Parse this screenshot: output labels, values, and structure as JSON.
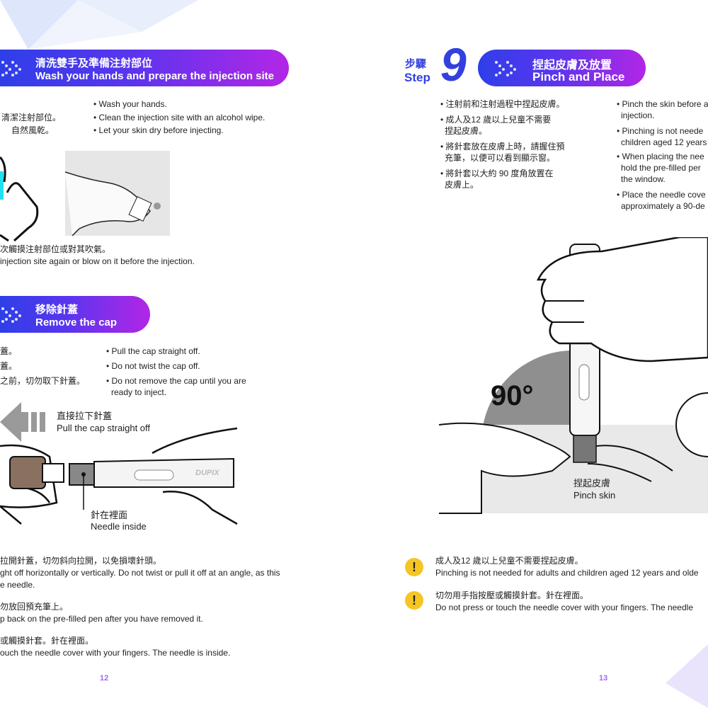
{
  "left_page": {
    "section1": {
      "title_cn": "清洗雙手及準備注射部位",
      "title_en": "Wash your hands and prepare the injection site",
      "bullets_cn": [
        "清潔注射部位。",
        "自然風乾。"
      ],
      "bullets_en": [
        "• Wash your hands.",
        "• Clean the injection site with an alcohol wipe.",
        "• Let your skin dry before injecting."
      ],
      "caption_cn": "次觸摸注射部位或對其吹氣。",
      "caption_en": "injection site again or blow on it before the injection."
    },
    "section2": {
      "title_cn": "移除針蓋",
      "title_en": "Remove the cap",
      "bullets_cn": [
        "蓋。",
        "蓋。",
        "之前，切勿取下針蓋。"
      ],
      "bullets_en": [
        "• Pull the cap straight off.",
        "• Do not twist the cap off.",
        "• Do not remove the cap until you are",
        "ready to inject."
      ],
      "arrow_label_cn": "直接拉下針蓋",
      "arrow_label_en": "Pull the cap straight off",
      "pen_brand": "DUPIX",
      "needle_label_cn": "針在裡面",
      "needle_label_en": "Needle inside",
      "notes": [
        {
          "cn": "拉開針蓋，切勿斜向拉開，以免損壞針頭。",
          "en": "ght off horizontally or vertically. Do not twist or pull it off at an angle, as this",
          "en2": "e needle."
        },
        {
          "cn": "勿放回預充筆上。",
          "en": "p back on the pre-filled pen after you have removed it."
        },
        {
          "cn": "或觸摸針套。針在裡面。",
          "en": "ouch the needle cover with your fingers. The needle is inside."
        }
      ]
    },
    "page_number": "12"
  },
  "right_page": {
    "step_label_cn": "步驟",
    "step_label_en": "Step",
    "step_number": "9",
    "title_cn": "捏起皮膚及放置",
    "title_en": "Pinch and Place",
    "bullets_cn": [
      "• 注射前和注射過程中捏起皮膚。",
      "• 成人及12 歲以上兒童不需要",
      "捏起皮膚。",
      "• 將針套放在皮膚上時，請握住預",
      "充筆，以便可以看到顯示窗。",
      "• 將針套以大約 90 度角放置在",
      "皮膚上。"
    ],
    "bullets_en": [
      "• Pinch the skin before a",
      "injection.",
      "• Pinching is not neede",
      "children aged 12 years",
      "• When placing the nee",
      "hold the pre-filled per",
      "the window.",
      "• Place the needle cove",
      "approximately a 90-de"
    ],
    "angle_label": "90°",
    "pinch_label_cn": "捏起皮膚",
    "pinch_label_en": "Pinch skin",
    "warnings": [
      {
        "icon": "exclamation-icon",
        "cn": "成人及12 歲以上兒童不需要捏起皮膚。",
        "en": "Pinching is not needed for adults and children aged 12 years and olde"
      },
      {
        "icon": "exclamation-icon",
        "cn": "切勿用手指按壓或觸摸針套。針在裡面。",
        "en": "Do not press or touch the needle cover with your fingers. The needle"
      }
    ],
    "page_number": "13"
  },
  "colors": {
    "banner_start": "#2e3fe8",
    "banner_end": "#b326e6",
    "step_blue": "#3340e0",
    "warning_yellow": "#f5c623",
    "page_number": "#9b6cf0"
  }
}
